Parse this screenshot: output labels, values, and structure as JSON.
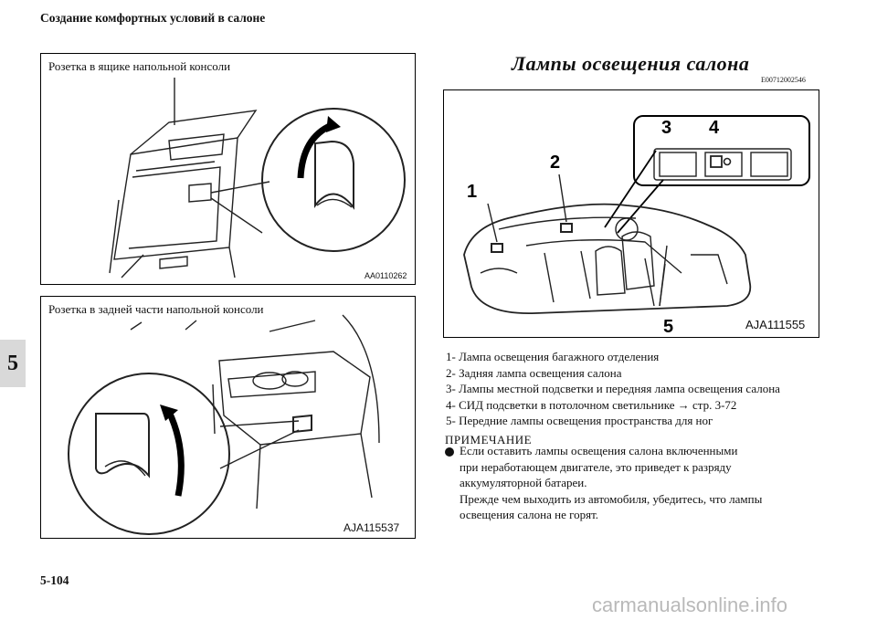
{
  "header": {
    "title": "Создание комфортных условий в салоне"
  },
  "chapter_tab": "5",
  "figures": {
    "top_left": {
      "caption": "Розетка в ящике напольной консоли",
      "code": "AA0110262"
    },
    "bottom_left": {
      "caption": "Розетка в задней части напольной консоли",
      "code": "AJA115537"
    },
    "right": {
      "code": "AJA111555",
      "labels": [
        "1",
        "2",
        "3",
        "4",
        "5"
      ]
    }
  },
  "section": {
    "title": "Лампы освещения салона",
    "code": "E00712002546"
  },
  "legend": [
    "1-  Лампа освещения багажного отделения",
    "2-  Задняя лампа освещения салона",
    "3-  Лампы местной подсветки и передняя лампа освещения салона",
    "4-  СИД подсветки в потолочном светильнике → стр. 3-72",
    "5-   Передние лампы освещения пространства для ног"
  ],
  "note": {
    "heading": "ПРИМЕЧАНИЕ",
    "lines": [
      "Если оставить лампы освещения салона включенными",
      "при неработающем двигателе, это приведет к разряду",
      "аккумуляторной батареи.",
      "Прежде чем выходить из автомобиля, убедитесь, что лампы",
      "освещения салона не горят."
    ]
  },
  "page_number": "5-104",
  "watermark": "carmanualsonline.info"
}
